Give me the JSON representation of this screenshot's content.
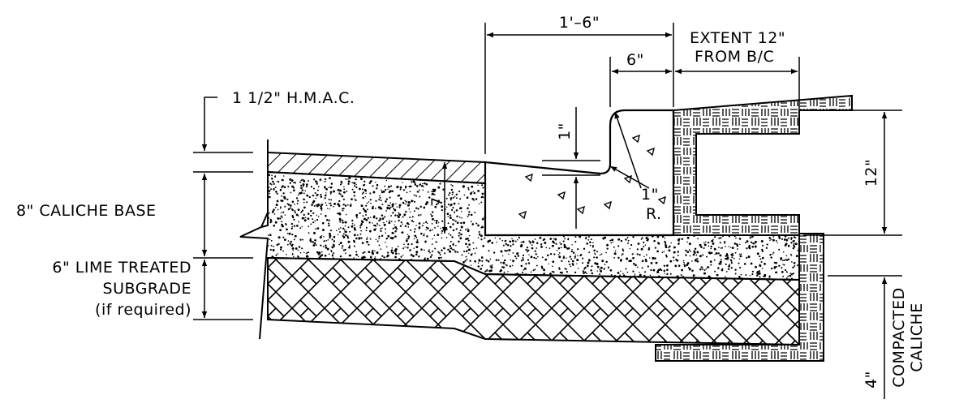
{
  "labels": {
    "hmac": "1 1/2\" H.M.A.C.",
    "caliche_base": "8\" CALICHE BASE",
    "lime_1": "6\" LIME TREATED",
    "lime_2": "SUBGRADE",
    "lime_3": "(if required)",
    "dim_1_6": "1'–6\"",
    "extent_1": "EXTENT 12\"",
    "extent_2": "FROM B/C",
    "dim_6": "6\"",
    "dim_1": "1\"",
    "dim_7": "7\"",
    "dim_1r_1": "1\"",
    "dim_1r_2": "R.",
    "dim_12": "12\"",
    "dim_4": "4\"",
    "compacted_1": "COMPACTED",
    "compacted_2": "CALICHE"
  },
  "icons": {
    "arrowhead": "arrowhead-icon",
    "herringbone": "herringbone-hatch",
    "basketweave": "basketweave-hatch",
    "stipple": "stipple-hatch",
    "diagonal": "diagonal-hatch"
  }
}
